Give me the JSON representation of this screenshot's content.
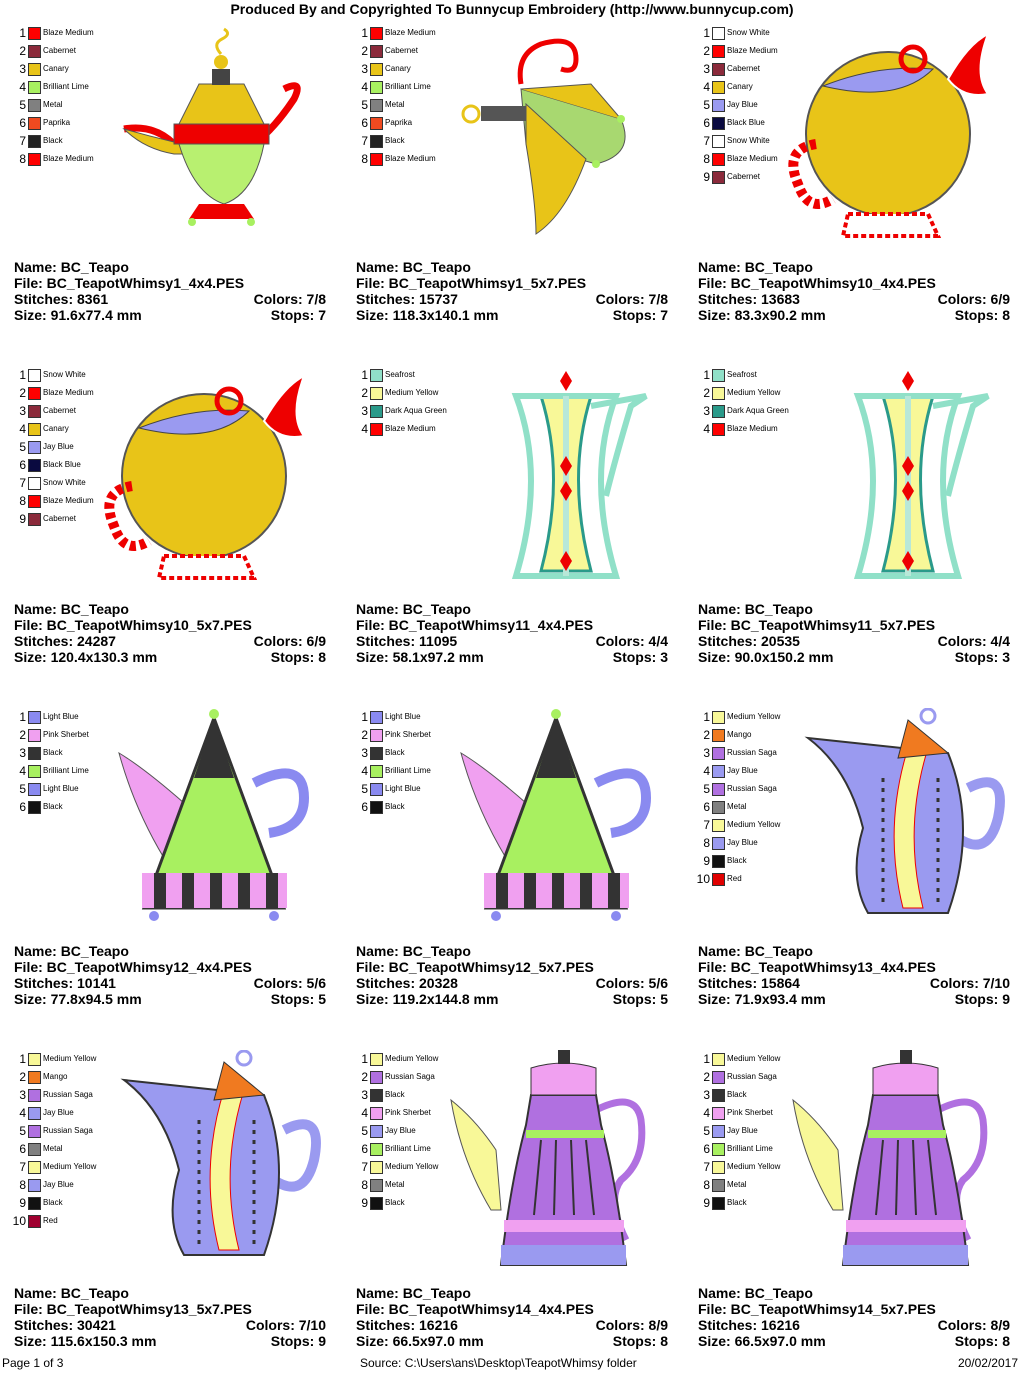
{
  "header": "Produced By and Copyrighted To Bunnycup Embroidery (http://www.bunnycup.com)",
  "labels": {
    "name": "Name:",
    "file": "File:",
    "stitches": "Stitches:",
    "size": "Size:",
    "colors": "Colors:",
    "stops": "Stops:"
  },
  "designs": [
    {
      "name": "BC_Teapo",
      "file": "BC_TeapotWhimsy1_4x4.PES",
      "stitches": "8361",
      "colors": "7/8",
      "size": "91.6x77.4 mm",
      "stops": "7",
      "art": "lamp",
      "palette": [
        [
          "1",
          "Blaze Medium",
          "#ff0000"
        ],
        [
          "2",
          "Cabernet",
          "#8b2a3b"
        ],
        [
          "3",
          "Canary",
          "#e8c418"
        ],
        [
          "4",
          "Brilliant Lime",
          "#a8f060"
        ],
        [
          "5",
          "Metal",
          "#808080"
        ],
        [
          "6",
          "Paprika",
          "#f04a20"
        ],
        [
          "7",
          "Black",
          "#222222"
        ],
        [
          "8",
          "Blaze Medium",
          "#ff0000"
        ]
      ]
    },
    {
      "name": "BC_Teapo",
      "file": "BC_TeapotWhimsy1_5x7.PES",
      "stitches": "15737",
      "colors": "7/8",
      "size": "118.3x140.1 mm",
      "stops": "7",
      "art": "lamp2",
      "palette": [
        [
          "1",
          "Blaze Medium",
          "#ff0000"
        ],
        [
          "2",
          "Cabernet",
          "#8b2a3b"
        ],
        [
          "3",
          "Canary",
          "#e8c418"
        ],
        [
          "4",
          "Brilliant Lime",
          "#a8f060"
        ],
        [
          "5",
          "Metal",
          "#808080"
        ],
        [
          "6",
          "Paprika",
          "#f04a20"
        ],
        [
          "7",
          "Black",
          "#222222"
        ],
        [
          "8",
          "Blaze Medium",
          "#ff0000"
        ]
      ]
    },
    {
      "name": "BC_Teapo",
      "file": "BC_TeapotWhimsy10_4x4.PES",
      "stitches": "13683",
      "colors": "6/9",
      "size": "83.3x90.2 mm",
      "stops": "8",
      "art": "round",
      "palette": [
        [
          "1",
          "Snow White",
          "#ffffff"
        ],
        [
          "2",
          "Blaze Medium",
          "#ff0000"
        ],
        [
          "3",
          "Cabernet",
          "#8b2a3b"
        ],
        [
          "4",
          "Canary",
          "#e8c418"
        ],
        [
          "5",
          "Jay Blue",
          "#9a9af0"
        ],
        [
          "6",
          "Black Blue",
          "#0a0a40"
        ],
        [
          "7",
          "Snow White",
          "#ffffff"
        ],
        [
          "8",
          "Blaze Medium",
          "#ff0000"
        ],
        [
          "9",
          "Cabernet",
          "#8b2a3b"
        ]
      ]
    },
    {
      "name": "BC_Teapo",
      "file": "BC_TeapotWhimsy10_5x7.PES",
      "stitches": "24287",
      "colors": "6/9",
      "size": "120.4x130.3 mm",
      "stops": "8",
      "art": "round",
      "palette": [
        [
          "1",
          "Snow White",
          "#ffffff"
        ],
        [
          "2",
          "Blaze Medium",
          "#ff0000"
        ],
        [
          "3",
          "Cabernet",
          "#8b2a3b"
        ],
        [
          "4",
          "Canary",
          "#e8c418"
        ],
        [
          "5",
          "Jay Blue",
          "#9a9af0"
        ],
        [
          "6",
          "Black Blue",
          "#0a0a40"
        ],
        [
          "7",
          "Snow White",
          "#ffffff"
        ],
        [
          "8",
          "Blaze Medium",
          "#ff0000"
        ],
        [
          "9",
          "Cabernet",
          "#8b2a3b"
        ]
      ]
    },
    {
      "name": "BC_Teapo",
      "file": "BC_TeapotWhimsy11_4x4.PES",
      "stitches": "11095",
      "colors": "4/4",
      "size": "58.1x97.2 mm",
      "stops": "3",
      "art": "vase",
      "palette": [
        [
          "1",
          "Seafrost",
          "#90e0c8"
        ],
        [
          "2",
          "Medium Yellow",
          "#f8f898"
        ],
        [
          "3",
          "Dark Aqua Green",
          "#2a9a8a"
        ],
        [
          "4",
          "Blaze Medium",
          "#ff0000"
        ]
      ]
    },
    {
      "name": "BC_Teapo",
      "file": "BC_TeapotWhimsy11_5x7.PES",
      "stitches": "20535",
      "colors": "4/4",
      "size": "90.0x150.2 mm",
      "stops": "3",
      "art": "vase",
      "palette": [
        [
          "1",
          "Seafrost",
          "#90e0c8"
        ],
        [
          "2",
          "Medium Yellow",
          "#f8f898"
        ],
        [
          "3",
          "Dark Aqua Green",
          "#2a9a8a"
        ],
        [
          "4",
          "Blaze Medium",
          "#ff0000"
        ]
      ]
    },
    {
      "name": "BC_Teapo",
      "file": "BC_TeapotWhimsy12_4x4.PES",
      "stitches": "10141",
      "colors": "5/6",
      "size": "77.8x94.5 mm",
      "stops": "5",
      "art": "tri",
      "palette": [
        [
          "1",
          "Light Blue",
          "#8a8af0"
        ],
        [
          "2",
          "Pink Sherbet",
          "#f0a0f0"
        ],
        [
          "3",
          "Black",
          "#333333"
        ],
        [
          "4",
          "Brilliant Lime",
          "#a8f060"
        ],
        [
          "5",
          "Light Blue",
          "#8a8af0"
        ],
        [
          "6",
          "Black",
          "#111111"
        ]
      ]
    },
    {
      "name": "BC_Teapo",
      "file": "BC_TeapotWhimsy12_5x7.PES",
      "stitches": "20328",
      "colors": "5/6",
      "size": "119.2x144.8 mm",
      "stops": "5",
      "art": "tri",
      "palette": [
        [
          "1",
          "Light Blue",
          "#8a8af0"
        ],
        [
          "2",
          "Pink Sherbet",
          "#f0a0f0"
        ],
        [
          "3",
          "Black",
          "#333333"
        ],
        [
          "4",
          "Brilliant Lime",
          "#a8f060"
        ],
        [
          "5",
          "Light Blue",
          "#8a8af0"
        ],
        [
          "6",
          "Black",
          "#111111"
        ]
      ]
    },
    {
      "name": "BC_Teapo",
      "file": "BC_TeapotWhimsy13_4x4.PES",
      "stitches": "15864",
      "colors": "7/10",
      "size": "71.9x93.4 mm",
      "stops": "9",
      "art": "tall",
      "palette": [
        [
          "1",
          "Medium Yellow",
          "#f8f898"
        ],
        [
          "2",
          "Mango",
          "#f07a20"
        ],
        [
          "3",
          "Russian Saga",
          "#b070e0"
        ],
        [
          "4",
          "Jay Blue",
          "#9a9af0"
        ],
        [
          "5",
          "Russian Saga",
          "#b070e0"
        ],
        [
          "6",
          "Metal",
          "#808080"
        ],
        [
          "7",
          "Medium Yellow",
          "#f8f898"
        ],
        [
          "8",
          "Jay Blue",
          "#9a9af0"
        ],
        [
          "9",
          "Black",
          "#111111"
        ],
        [
          "10",
          "Red",
          "#e00000"
        ]
      ]
    },
    {
      "name": "BC_Teapo",
      "file": "BC_TeapotWhimsy13_5x7.PES",
      "stitches": "30421",
      "colors": "7/10",
      "size": "115.6x150.3 mm",
      "stops": "9",
      "art": "tall",
      "palette": [
        [
          "1",
          "Medium Yellow",
          "#f8f898"
        ],
        [
          "2",
          "Mango",
          "#f07a20"
        ],
        [
          "3",
          "Russian Saga",
          "#b070e0"
        ],
        [
          "4",
          "Jay Blue",
          "#9a9af0"
        ],
        [
          "5",
          "Russian Saga",
          "#b070e0"
        ],
        [
          "6",
          "Metal",
          "#808080"
        ],
        [
          "7",
          "Medium Yellow",
          "#f8f898"
        ],
        [
          "8",
          "Jay Blue",
          "#9a9af0"
        ],
        [
          "9",
          "Black",
          "#111111"
        ],
        [
          "10",
          "Red",
          "#a00030"
        ]
      ]
    },
    {
      "name": "BC_Teapo",
      "file": "BC_TeapotWhimsy14_4x4.PES",
      "stitches": "16216",
      "colors": "8/9",
      "size": "66.5x97.0 mm",
      "stops": "8",
      "art": "coffee",
      "palette": [
        [
          "1",
          "Medium Yellow",
          "#f8f898"
        ],
        [
          "2",
          "Russian Saga",
          "#b070e0"
        ],
        [
          "3",
          "Black",
          "#333333"
        ],
        [
          "4",
          "Pink Sherbet",
          "#f0a0f0"
        ],
        [
          "5",
          "Jay Blue",
          "#9a9af0"
        ],
        [
          "6",
          "Brilliant Lime",
          "#a8f060"
        ],
        [
          "7",
          "Medium Yellow",
          "#f8f898"
        ],
        [
          "8",
          "Metal",
          "#808080"
        ],
        [
          "9",
          "Black",
          "#111111"
        ]
      ]
    },
    {
      "name": "BC_Teapo",
      "file": "BC_TeapotWhimsy14_5x7.PES",
      "stitches": "16216",
      "colors": "8/9",
      "size": "66.5x97.0 mm",
      "stops": "8",
      "art": "coffee",
      "palette": [
        [
          "1",
          "Medium Yellow",
          "#f8f898"
        ],
        [
          "2",
          "Russian Saga",
          "#b070e0"
        ],
        [
          "3",
          "Black",
          "#333333"
        ],
        [
          "4",
          "Pink Sherbet",
          "#f0a0f0"
        ],
        [
          "5",
          "Jay Blue",
          "#9a9af0"
        ],
        [
          "6",
          "Brilliant Lime",
          "#a8f060"
        ],
        [
          "7",
          "Medium Yellow",
          "#f8f898"
        ],
        [
          "8",
          "Metal",
          "#808080"
        ],
        [
          "9",
          "Black",
          "#111111"
        ]
      ]
    }
  ],
  "footer": {
    "page": "Page 1 of 3",
    "source": "Source: C:\\Users\\ans\\Desktop\\TeapotWhimsy folder",
    "date": "20/02/2017"
  }
}
